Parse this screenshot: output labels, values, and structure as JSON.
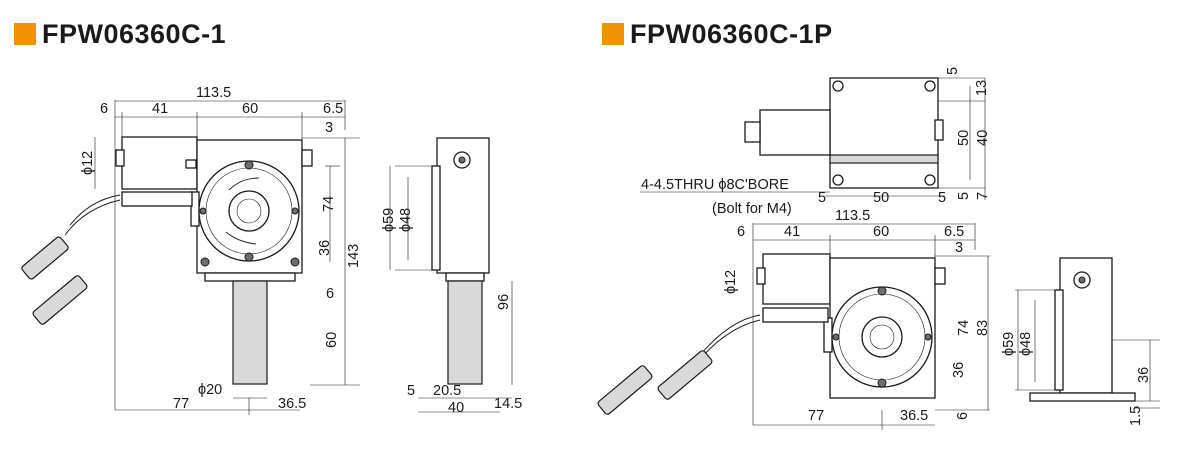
{
  "colors": {
    "title_marker": "#f39200",
    "shading": "#d9d9d9",
    "line": "#1a1a1a"
  },
  "left": {
    "title": "FPW06360C-1",
    "dims": {
      "total_width": "113.5",
      "d6": "6",
      "d41": "41",
      "d60": "60",
      "d65": "6.5",
      "d3": "3",
      "phi12": "ϕ12",
      "d74": "74",
      "d36": "36",
      "d143": "143",
      "d6b": "6",
      "d60v": "60",
      "phi20": "ϕ20",
      "d77": "77",
      "d365": "36.5",
      "phi59": "ϕ59",
      "phi48": "ϕ48",
      "d96": "96",
      "d5": "5",
      "d205": "20.5",
      "d40": "40",
      "d145": "14.5"
    }
  },
  "right": {
    "title": "FPW06360C-1P",
    "plate": {
      "d5": "5",
      "d13": "13",
      "d50": "50",
      "d40": "40",
      "d5b": "5",
      "d7": "7",
      "d5l": "5",
      "d50b": "50",
      "d5r": "5",
      "hole_note": "4-4.5THRU ϕ8C'BORE",
      "bolt_note": "(Bolt for M4)"
    },
    "dims": {
      "total_width": "113.5",
      "d6": "6",
      "d41": "41",
      "d60": "60",
      "d65": "6.5",
      "d3": "3",
      "phi12": "ϕ12",
      "d74": "74",
      "d83": "83",
      "d36": "36",
      "d6b": "6",
      "d77": "77",
      "d365": "36.5",
      "phi59": "ϕ59",
      "phi48": "ϕ48",
      "d36s": "36",
      "d15": "1.5"
    }
  }
}
